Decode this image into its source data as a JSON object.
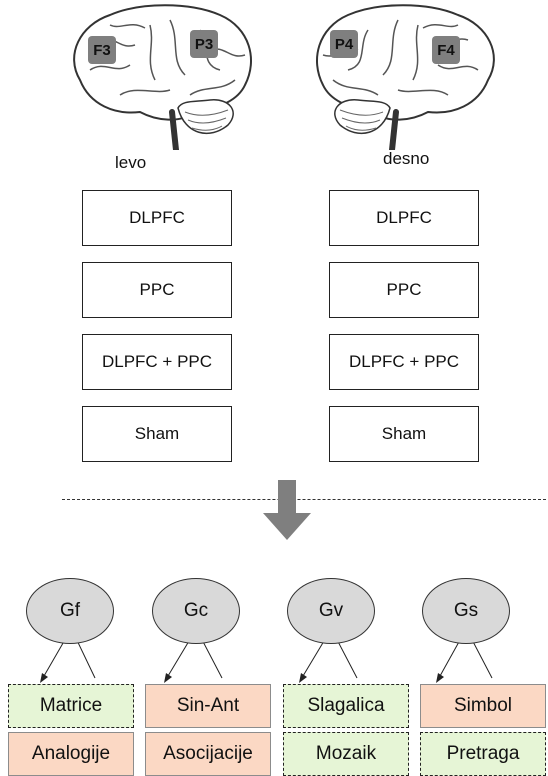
{
  "brains": {
    "left": {
      "label": "levo",
      "electrodes": [
        "F3",
        "P3"
      ]
    },
    "right": {
      "label": "desno",
      "electrodes": [
        "P4",
        "F4"
      ]
    }
  },
  "conditions": {
    "left": [
      "DLPFC",
      "PPC",
      "DLPFC + PPC",
      "Sham"
    ],
    "right": [
      "DLPFC",
      "PPC",
      "DLPFC + PPC",
      "Sham"
    ]
  },
  "factors": [
    {
      "name": "Gf",
      "tasks": [
        "Matrice",
        "Analogije"
      ]
    },
    {
      "name": "Gc",
      "tasks": [
        "Sin-Ant",
        "Asocijacije"
      ]
    },
    {
      "name": "Gv",
      "tasks": [
        "Slagalica",
        "Mozaik"
      ]
    },
    {
      "name": "Gs",
      "tasks": [
        "Simbol",
        "Pretraga"
      ]
    }
  ],
  "colors": {
    "electrode_fill": "#7f7f7f",
    "ellipse_fill": "#d9d9d9",
    "green_task": "#e6f5d6",
    "orange_task": "#fbd8c4",
    "arrow": "#7f7f7f"
  }
}
